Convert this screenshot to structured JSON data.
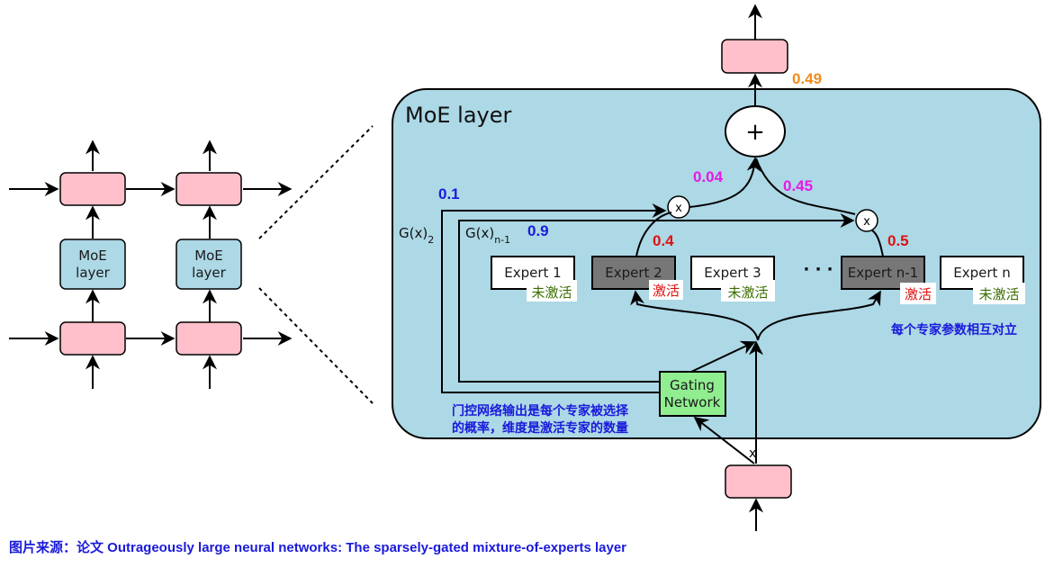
{
  "left_stack": {
    "moe_label_line1": "MoE",
    "moe_label_line2": "layer"
  },
  "moe_layer": {
    "title": "MoE layer",
    "plus_symbol": "+",
    "multiply_symbol": "x",
    "input_label": "x",
    "gate_label_2": "G(x)",
    "gate_label_2_sub": "2",
    "gate_label_n1": "G(x)",
    "gate_label_n1_sub": "n-1",
    "gating_network_line1": "Gating",
    "gating_network_line2": "Network",
    "ellipsis": "· · ·",
    "experts": [
      {
        "label": "Expert 1",
        "status": "未激活",
        "active": false
      },
      {
        "label": "Expert 2",
        "status": "激活",
        "active": true
      },
      {
        "label": "Expert 3",
        "status": "未激活",
        "active": false
      },
      {
        "label": "Expert n-1",
        "status": "激活",
        "active": true
      },
      {
        "label": "Expert n",
        "status": "未激活",
        "active": false
      }
    ]
  },
  "values": {
    "output_sum": "0.49",
    "weighted_expert2": "0.04",
    "weighted_expertn1": "0.45",
    "gate_prob_2": "0.1",
    "gate_prob_n1": "0.9",
    "expert2_output": "0.4",
    "expertn1_output": "0.5"
  },
  "annotations": {
    "independent_params": "每个专家参数相互对立",
    "gating_note_line1": "门控网络输出是每个专家被选择",
    "gating_note_line2": "的概率，维度是激活专家的数量"
  },
  "caption": "图片来源：论文 Outrageously large neural networks: The sparsely-gated mixture-of-experts layer",
  "colors": {
    "pink_block": "#ffc0cb",
    "moe_bg": "#add8e6",
    "gating_bg": "#90ee90",
    "active_expert": "#777777",
    "orange": "#f08a1c",
    "magenta": "#e619e6",
    "blue": "#1a1adb",
    "red": "#e01010",
    "green": "#3a6e00"
  }
}
